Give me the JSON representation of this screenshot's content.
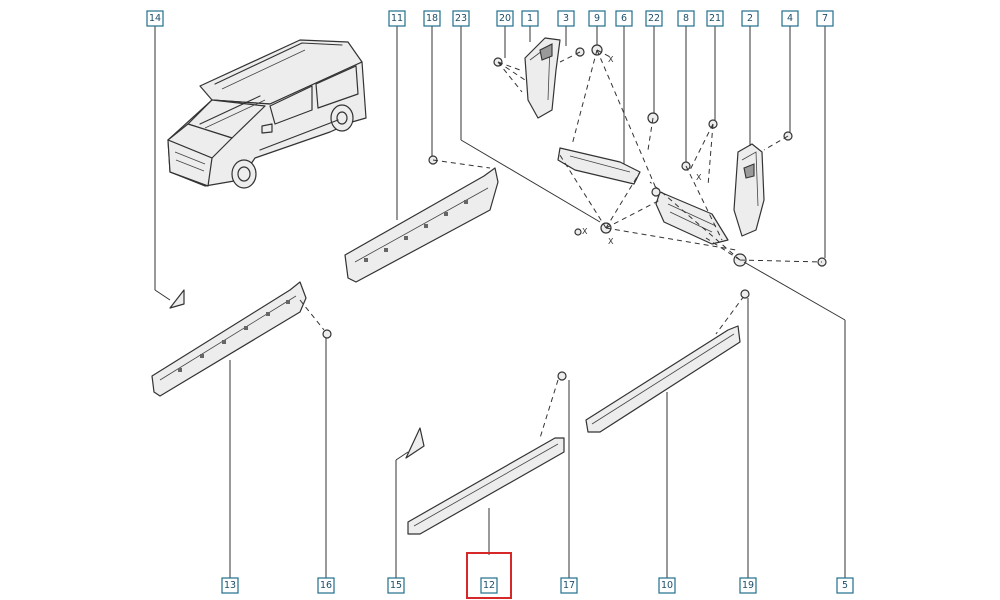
{
  "callouts": [
    {
      "id": "c14",
      "label": "14"
    },
    {
      "id": "c11",
      "label": "11"
    },
    {
      "id": "c18",
      "label": "18"
    },
    {
      "id": "c23",
      "label": "23"
    },
    {
      "id": "c20",
      "label": "20"
    },
    {
      "id": "c1",
      "label": "1"
    },
    {
      "id": "c3",
      "label": "3"
    },
    {
      "id": "c9",
      "label": "9"
    },
    {
      "id": "c6",
      "label": "6"
    },
    {
      "id": "c22",
      "label": "22"
    },
    {
      "id": "c8",
      "label": "8"
    },
    {
      "id": "c21",
      "label": "21"
    },
    {
      "id": "c2",
      "label": "2"
    },
    {
      "id": "c4",
      "label": "4"
    },
    {
      "id": "c7",
      "label": "7"
    },
    {
      "id": "c13",
      "label": "13"
    },
    {
      "id": "c16",
      "label": "16"
    },
    {
      "id": "c15",
      "label": "15"
    },
    {
      "id": "c12",
      "label": "12"
    },
    {
      "id": "c17",
      "label": "17"
    },
    {
      "id": "c10",
      "label": "10"
    },
    {
      "id": "c19",
      "label": "19"
    },
    {
      "id": "c5",
      "label": "5"
    }
  ],
  "highlighted_callout": "12",
  "arrow_markers": [
    "X",
    "X",
    "X",
    "X"
  ],
  "colors": {
    "callout_border": "#1f6f8b",
    "callout_text": "#1b4e6b",
    "highlight": "#d62828",
    "line": "#333333"
  }
}
